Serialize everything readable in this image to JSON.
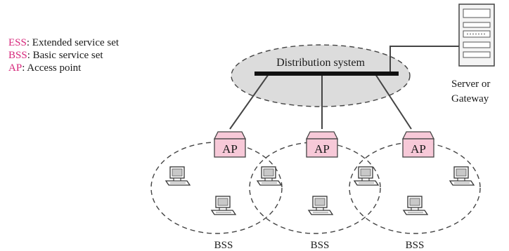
{
  "legend": [
    {
      "abbr": "ESS",
      "text": ": Extended service set"
    },
    {
      "abbr": "BSS",
      "text": ": Basic service set"
    },
    {
      "abbr": "AP",
      "text": ": Access point"
    }
  ],
  "distribution_label": "Distribution system",
  "server_label_line1": "Server or",
  "server_label_line2": "Gateway",
  "ap_label": "AP",
  "bss_label": "BSS",
  "colors": {
    "abbreviation": "#d6267a",
    "ap_fill": "#f7c9d8",
    "ellipse_fill": "#dcdcdc",
    "line": "#444444"
  }
}
